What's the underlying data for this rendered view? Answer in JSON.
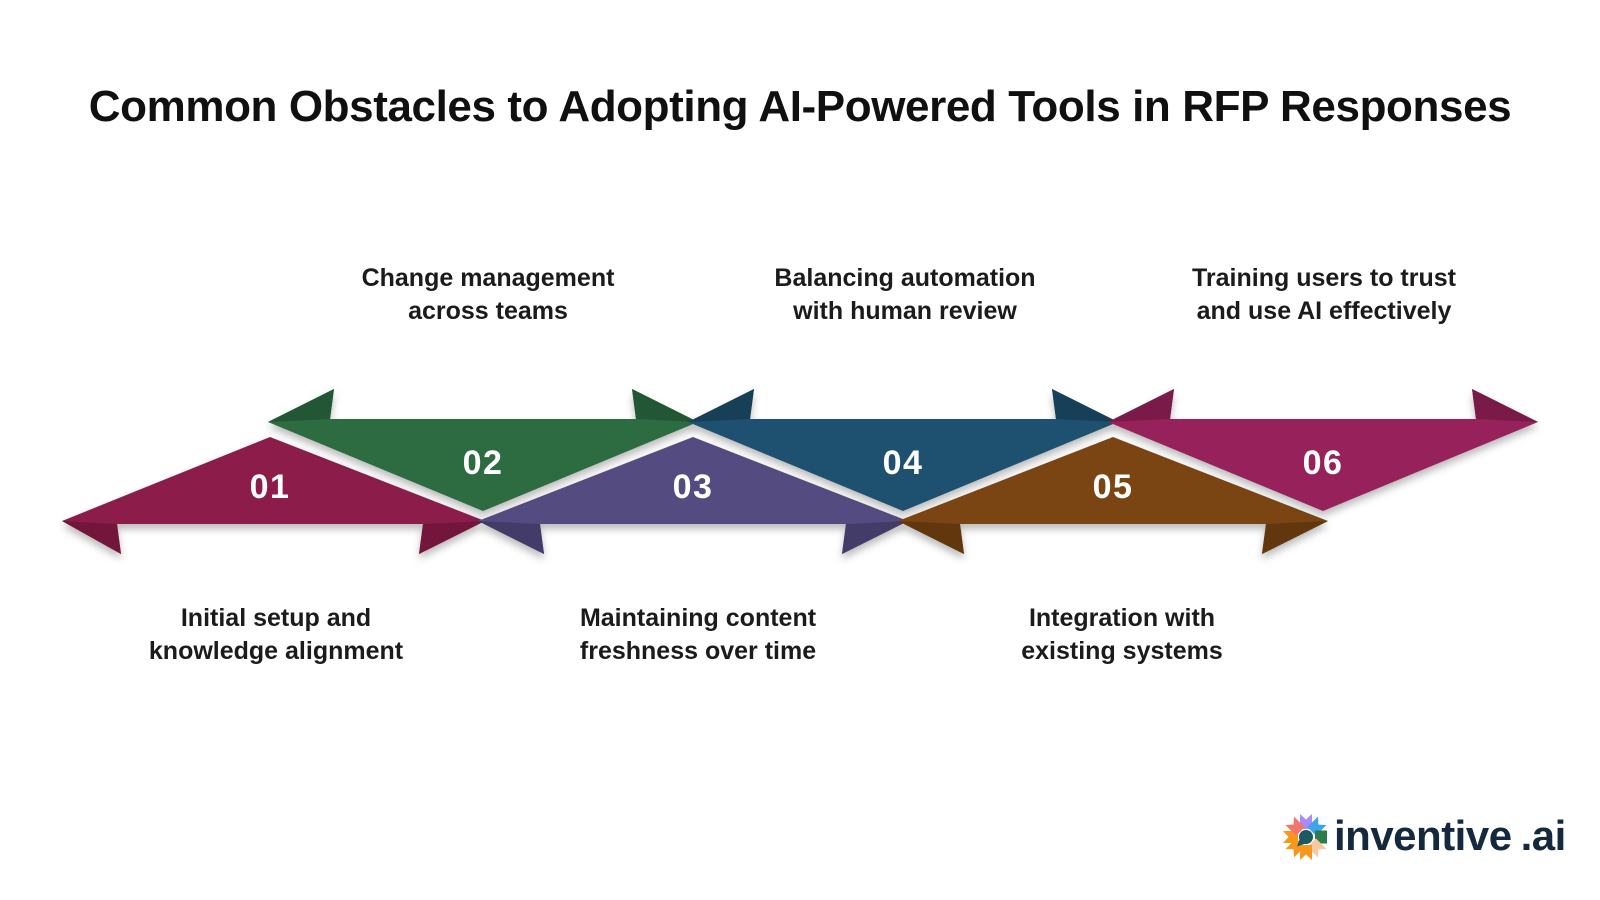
{
  "title": "Common Obstacles to Adopting AI-Powered Tools in RFP Responses",
  "steps": [
    {
      "number": "01",
      "label_line1": "Initial setup and",
      "label_line2": "knowledge alignment",
      "color": "#8C1D4B",
      "color_dark": "#73163C"
    },
    {
      "number": "02",
      "label_line1": "Change management",
      "label_line2": "across teams",
      "color": "#2D6B41",
      "color_dark": "#235634"
    },
    {
      "number": "03",
      "label_line1": "Maintaining content",
      "label_line2": "freshness over time",
      "color": "#544C80",
      "color_dark": "#433C68"
    },
    {
      "number": "04",
      "label_line1": "Balancing automation",
      "label_line2": "with human review",
      "color": "#1E506F",
      "color_dark": "#173F58"
    },
    {
      "number": "05",
      "label_line1": "Integration with",
      "label_line2": "existing systems",
      "color": "#7B4513",
      "color_dark": "#62370E"
    },
    {
      "number": "06",
      "label_line1": "Training users to trust",
      "label_line2": "and use AI effectively",
      "color": "#97215A",
      "color_dark": "#7A1A48"
    }
  ],
  "logo": {
    "name": "inventive",
    "suffix": ".ai",
    "text_color": "#14293E",
    "icon_center_color": "#1A5A60",
    "icon_colors": [
      "#A78BF6",
      "#3FA2EC",
      "#2E7B4D",
      "#F7C9A2",
      "#F8971D",
      "#F8971D",
      "#F8971D",
      "#F4766B"
    ]
  }
}
